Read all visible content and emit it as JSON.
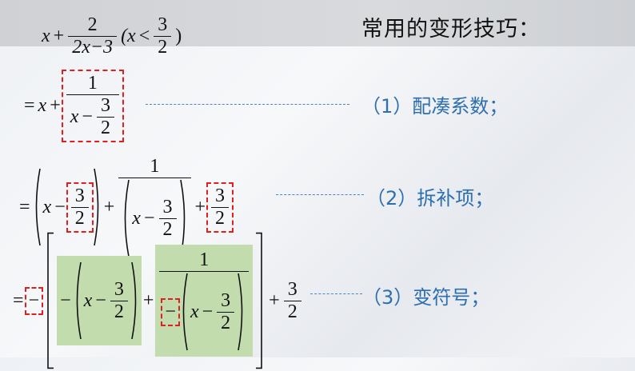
{
  "title": "常用的变形技巧：",
  "colors": {
    "label": "#2e6fae",
    "red_box": "#e02020",
    "green_box": "#c2dcae",
    "dash": "#4a86c0"
  },
  "steps": [
    {
      "label": "（1）配凑系数；"
    },
    {
      "label": "（2）拆补项；"
    },
    {
      "label": "（3）变符号；"
    }
  ],
  "formulas": [
    [
      "x",
      "+",
      {
        "f": [
          [
            "2"
          ],
          [
            "2x−3"
          ]
        ]
      },
      "(x",
      "<",
      {
        "f": [
          [
            "3"
          ],
          [
            "2"
          ]
        ]
      },
      ")"
    ],
    [
      "=",
      "x",
      "+",
      {
        "box": "red",
        "c": [
          {
            "f": [
              [
                "1"
              ],
              [
                "x",
                "−",
                {
                  "f": [
                    [
                      "3"
                    ],
                    [
                      "2"
                    ]
                  ]
                }
              ]
            ]
          }
        ]
      }
    ],
    [
      "=",
      {
        "p": [
          "x",
          "−",
          {
            "box": "red",
            "c": [
              {
                "f": [
                  [
                    "3"
                  ],
                  [
                    "2"
                  ]
                ]
              }
            ]
          }
        ]
      },
      "+",
      {
        "f": [
          [
            "1"
          ],
          [
            {
              "p": [
                "x",
                "−",
                {
                  "f": [
                    [
                      "3"
                    ],
                    [
                      "2"
                    ]
                  ]
                }
              ]
            }
          ]
        ]
      },
      "+",
      {
        "box": "red",
        "c": [
          {
            "f": [
              [
                "3"
              ],
              [
                "2"
              ]
            ]
          }
        ]
      }
    ],
    [
      "=",
      {
        "box": "red",
        "c": [
          "−"
        ]
      },
      {
        "b": [
          {
            "box": "green",
            "c": [
              "−",
              {
                "p": [
                  "x",
                  "−",
                  {
                    "f": [
                      [
                        "3"
                      ],
                      [
                        "2"
                      ]
                    ]
                  }
                ]
              }
            ]
          },
          "+",
          {
            "box": "green",
            "c": [
              {
                "f": [
                  [
                    "1"
                  ],
                  [
                    {
                      "box": "red",
                      "c": [
                        "−"
                      ]
                    },
                    {
                      "p": [
                        "x",
                        "−",
                        {
                          "f": [
                            [
                              "3"
                            ],
                            [
                              "2"
                            ]
                          ]
                        }
                      ]
                    }
                  ]
                ]
              }
            ]
          }
        ]
      },
      "+",
      {
        "f": [
          [
            "3"
          ],
          [
            "2"
          ]
        ]
      }
    ]
  ]
}
